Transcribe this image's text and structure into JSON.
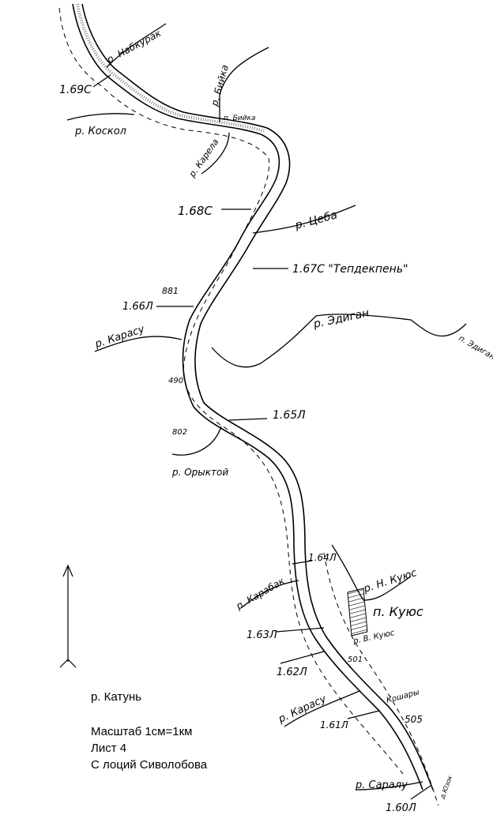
{
  "labels": {
    "nabkurak": "р. Набкурак",
    "biyka_river": "р. Бийка",
    "biyka_village": "п. Бийка",
    "koskol": "р. Коскол",
    "karela": "р. Карела",
    "km169": "1.69С",
    "km168": "1.68С",
    "tseba": "р. Цеба",
    "km167": "1.67С \"Тепдекпень\"",
    "km166": "1.66Л",
    "height881": "881",
    "karasu1": "р. Карасу",
    "edigan": "р. Эдиган",
    "edigan_village": "п. Эдиган",
    "height490": "490",
    "km165": "1.65Л",
    "height802": "802",
    "orktoy": "р. Орыктой",
    "km164": "1.64Л",
    "karabak": "р. Карабак",
    "n_kuyus": "р. Н. Куюс",
    "kuyus_village": "п. Куюс",
    "v_kuyus": "р. В. Куюс",
    "km163": "1.63Л",
    "height501": "501",
    "km162": "1.62Л",
    "koshary": "Кошары",
    "karasu2": "р. Карасу",
    "height505": "505",
    "km161": "1.61Л",
    "saralu": "р. Саралу",
    "km160": "1.60Л",
    "small_note": "д.Юзок"
  },
  "legend": {
    "river": "р. Катунь",
    "scale": "Масштаб 1см=1км",
    "sheet": "Лист 4",
    "source": "С лоций Сиволобова"
  },
  "north_arrow": "north-arrow"
}
